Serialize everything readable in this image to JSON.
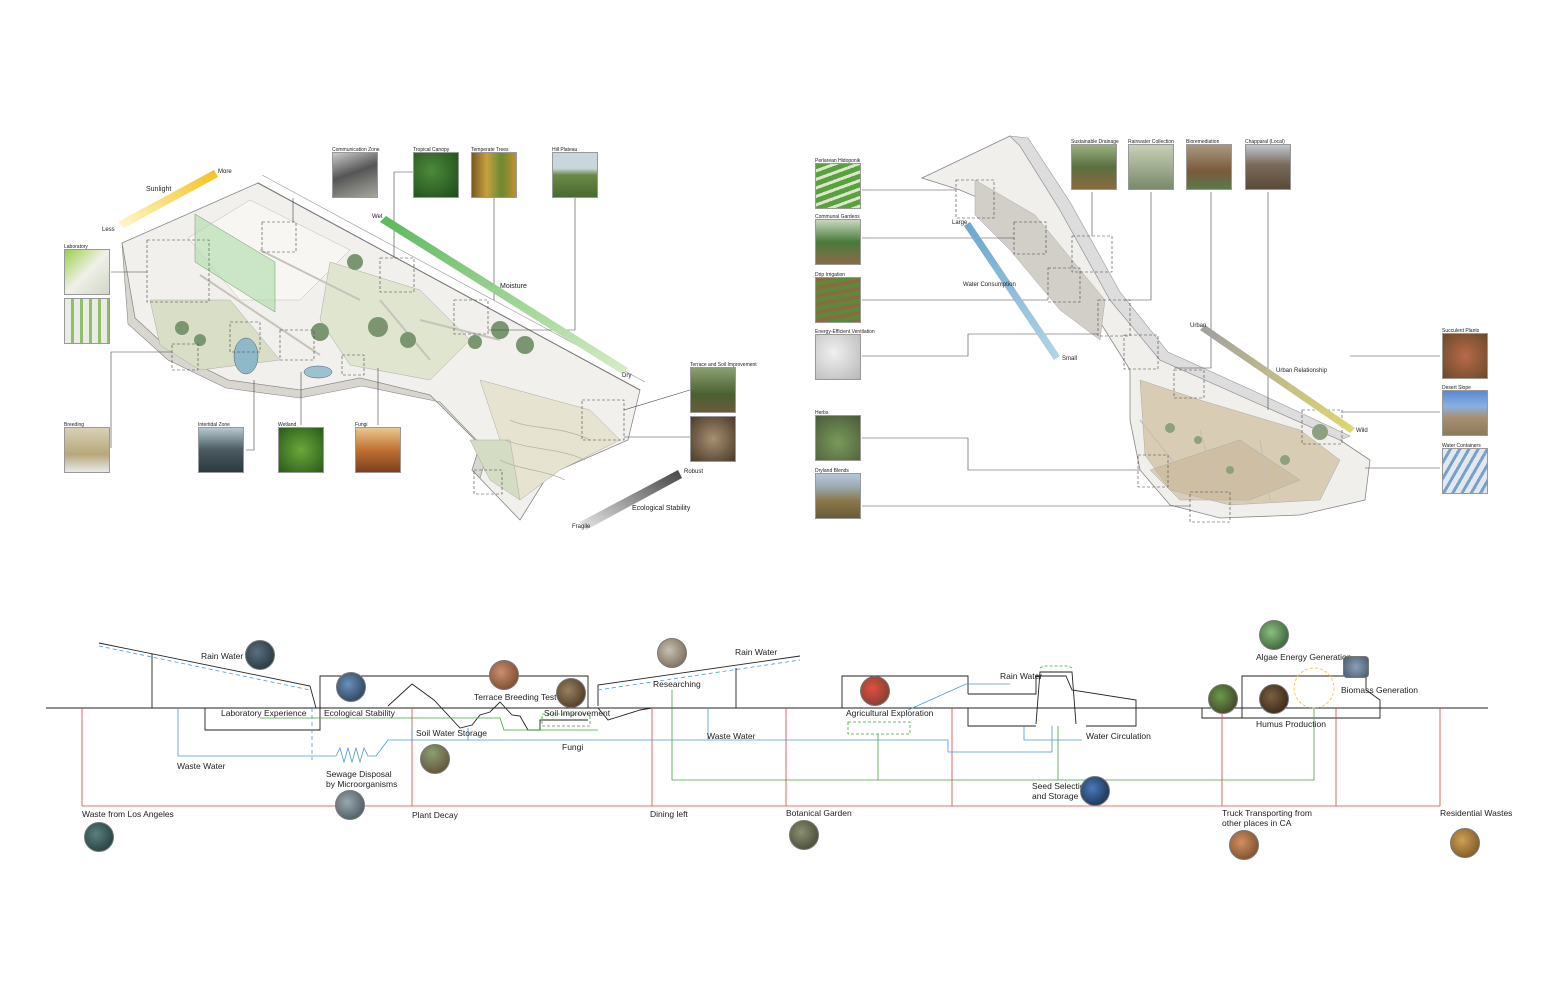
{
  "colors": {
    "red": "#e0403a",
    "blue": "#4a9ad8",
    "green": "#3ea63a",
    "dark": "#222222",
    "sunlight": "#f2c21a",
    "moisture": "#8cc26a",
    "water_consumption": "#7db0cf",
    "urban_relationship": "#c9c87a",
    "ecological_stability": "#555555"
  },
  "diagram1": {
    "gradients": {
      "sunlight": {
        "label": "Sunlight",
        "more": "More",
        "less": "Less"
      },
      "moisture": {
        "label": "Moisture",
        "wet": "Wet",
        "dry": "Dry"
      },
      "stability": {
        "label": "Ecological Stability",
        "robust": "Robust",
        "fragile": "Fragile"
      }
    },
    "photos": {
      "communication_zone": "Communication Zone",
      "tropical_canopy": "Tropical Canopy",
      "temperate_trees": "Temperate Trees",
      "hill_plateau": "Hill Plateau",
      "laboratory": "Laboratory",
      "breeding": "Breeding",
      "intertidal_zone": "Intertidal Zone",
      "wetland": "Wetland",
      "fungi": "Fungi",
      "terrace_soil": "Terrace and Soil Improvement"
    }
  },
  "diagram2": {
    "gradients": {
      "water": {
        "label": "Water Consumption",
        "large": "Large",
        "small": "Small"
      },
      "urban": {
        "label": "Urban Relationship",
        "urban": "Urban",
        "wild": "Wild"
      }
    },
    "photos": {
      "hydroponic": "Perlarean Hidoponik",
      "communal_gardens": "Communal Gardens",
      "drip_irrigation": "Drip Irrigation",
      "ventilation": "Energy-Efficient Ventilation",
      "herbs": "Herbs",
      "dryland_blends": "Dryland Blends",
      "sustainable_drainage": "Sustainable Drainage",
      "rainwater_collection": "Rainwater Collection",
      "bioremediation": "Bioremediation",
      "chapparal": "Chapparal (Local)",
      "succulent_plants": "Succulent Plants",
      "desert_slope": "Desert Slope",
      "water_containers": "Water Containers"
    }
  },
  "section": {
    "rain_water_1": "Rain Water",
    "rain_water_2": "Rain Water",
    "rain_water_3": "Rain Water",
    "laboratory_experience": "Laboratory Experience",
    "ecological_stability": "Ecological Stability",
    "terrace_breeding_test": "Terrace Breeding Test",
    "researching": "Researching",
    "soil_improvement": "Soil Improvement",
    "soil_water_storage": "Soil Water Storage",
    "fungi": "Fungi",
    "waste_water_1": "Waste Water",
    "waste_water_2": "Waste Water",
    "sewage_disposal_1": "Sewage Disposal",
    "sewage_disposal_2": "by Microorganisms",
    "agricultural_exploration": "Agricultural Exploration",
    "water_circulation": "Water Circulation",
    "seed_selection_1": "Seed Selection",
    "seed_selection_2": "and Storage",
    "algae_energy": "Algae Energy Generation",
    "biomass_generation": "Biomass Generation",
    "humus_production": "Humus Production",
    "waste_la": "Waste from Los Angeles",
    "plant_decay": "Plant Decay",
    "dining_left": "Dining left",
    "botanical_garden": "Botanical Garden",
    "truck_1": "Truck Transporting from",
    "truck_2": "other places in CA",
    "residential_wastes": "Residential Wastes"
  }
}
